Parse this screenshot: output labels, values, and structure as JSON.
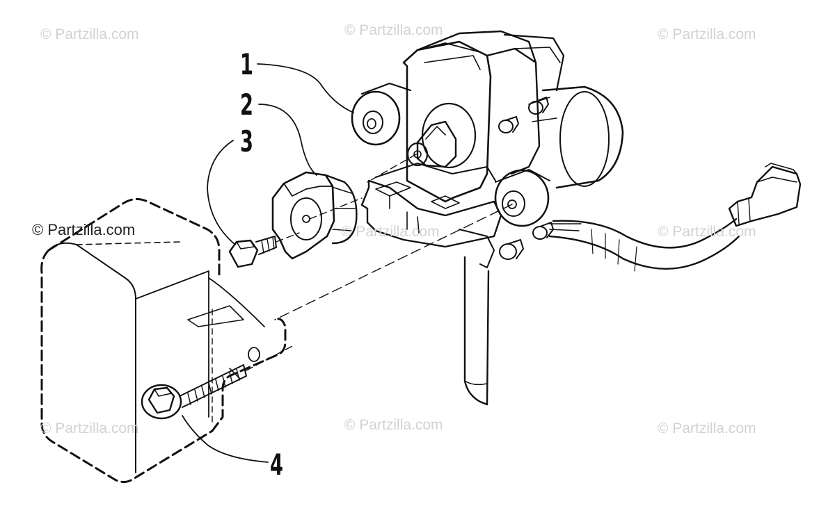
{
  "watermarks": {
    "top_left": "© Partzilla.com",
    "top_center": "© Partzilla.com",
    "top_right": "© Partzilla.com",
    "mid_left": "© Partzilla.com",
    "mid_center": "© Partzilla.com",
    "mid_right": "© Partzilla.com",
    "bottom_left": "© Partzilla.com",
    "bottom_center": "© Partzilla.com",
    "bottom_right": "© Partzilla.com"
  },
  "callouts": {
    "one": "1",
    "two": "2",
    "three": "3",
    "four": "4"
  },
  "colors": {
    "line": "#111111",
    "watermark": "#d2d2d2",
    "background": "#ffffff"
  }
}
